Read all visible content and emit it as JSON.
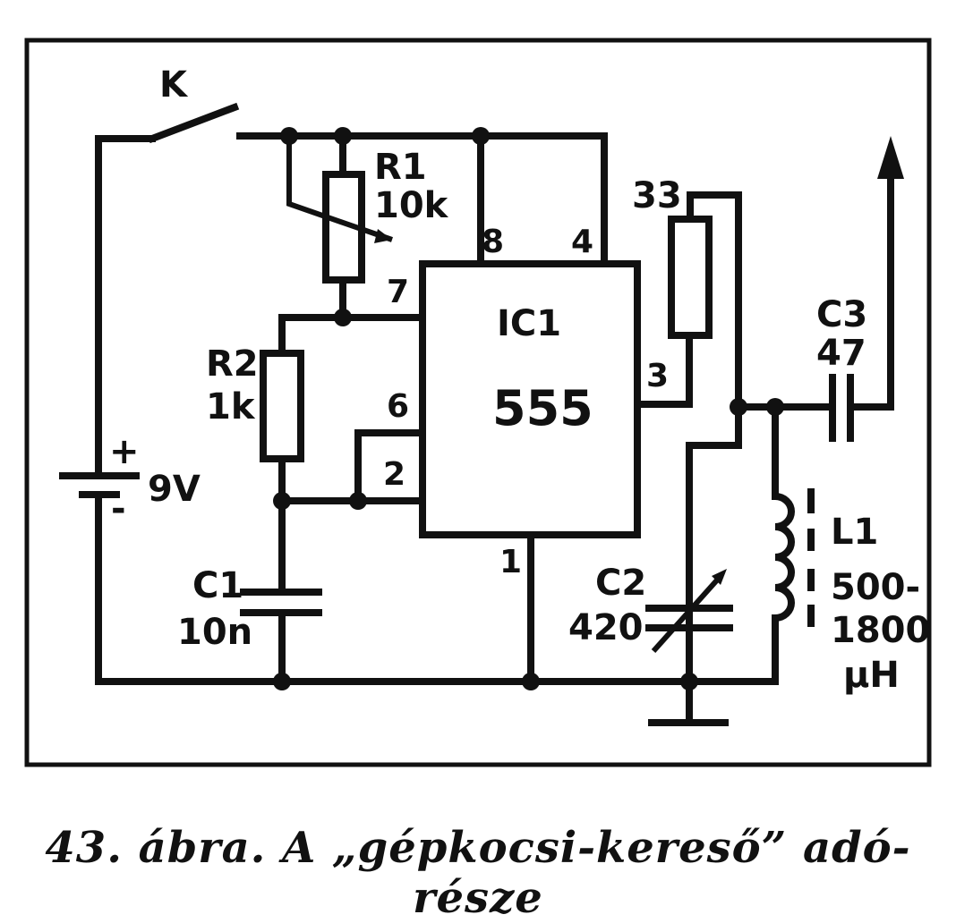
{
  "labels": {
    "switch": "K",
    "r1_name": "R1",
    "r1_value": "10k",
    "r2_name": "R2",
    "r2_value": "1k",
    "c1_name": "C1",
    "c1_value": "10n",
    "battery_plus": "+",
    "battery_minus": "-",
    "battery_voltage": "9V",
    "ic_name": "IC1",
    "ic_type": "555",
    "pin_8": "8",
    "pin_4": "4",
    "pin_7": "7",
    "pin_6": "6",
    "pin_2": "2",
    "pin_3": "3",
    "pin_1": "1",
    "r3_value": "33",
    "c2_name": "C2",
    "c2_value": "420",
    "c3_name": "C3",
    "c3_value": "47",
    "l1_name": "L1",
    "l1_value_line1": "500-",
    "l1_value_line2": "1800",
    "l1_unit": "µH"
  },
  "caption": "43. ábra. A „gépkocsi-kereső” adó-része"
}
